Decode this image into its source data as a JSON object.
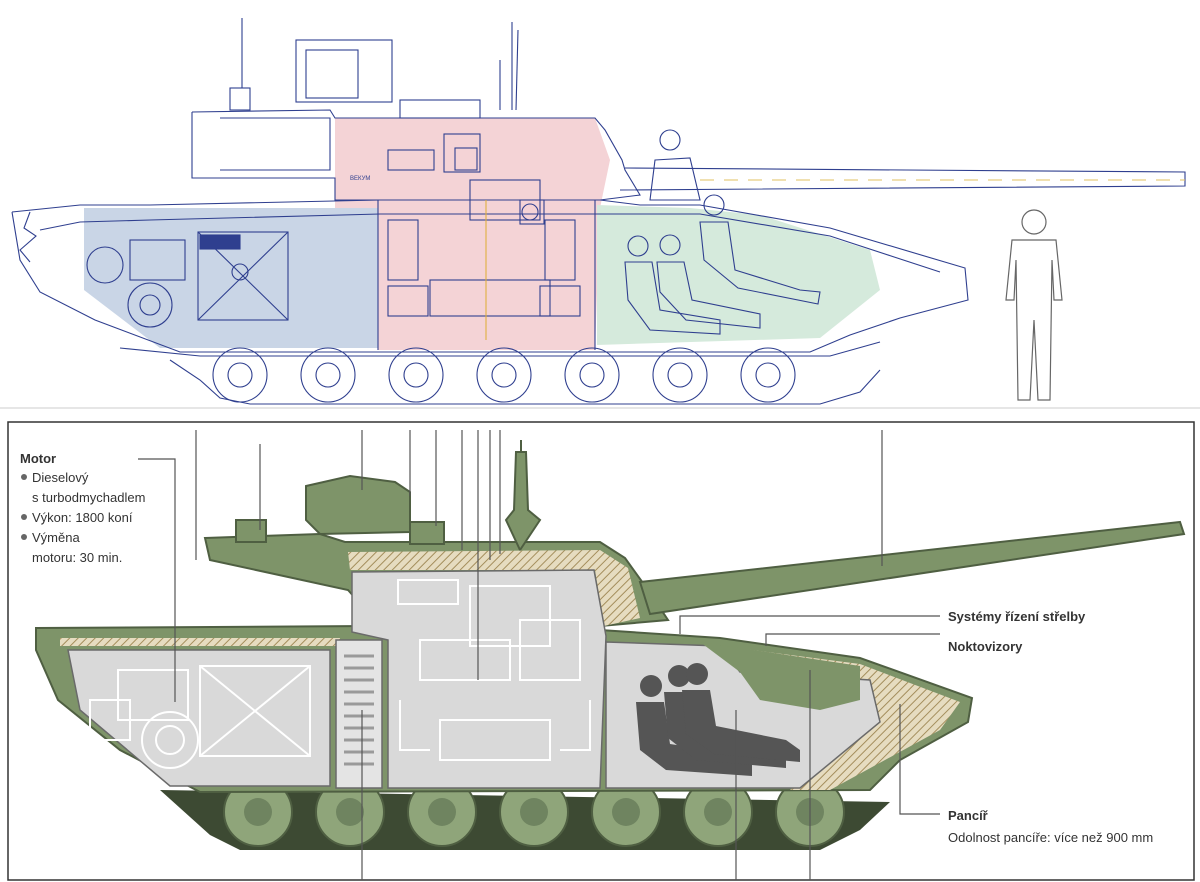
{
  "top_diagram": {
    "plate_text": "ВЕКУМ",
    "zones": [
      {
        "name": "engine-compartment",
        "color": "#c9d5e6"
      },
      {
        "name": "fighting-compartment",
        "color": "#f4d3d6"
      },
      {
        "name": "crew-capsule",
        "color": "#d5eadc"
      }
    ],
    "line_color": "#2f3f8f"
  },
  "bottom_diagram": {
    "hull_color": "#7e9469",
    "hull_dark": "#5f7350",
    "interior_color": "#d9d9d9",
    "armor_color": "#d8c9a0",
    "labels": {
      "motor_title": "Motor",
      "motor_items": [
        "Dieselový",
        "s turbodmychadlem",
        "Výkon: 1800 koní",
        "Výměna",
        "motoru: 30 min."
      ],
      "fire_control": "Systémy řízení střelby",
      "night_vision": "Noktovizory",
      "armor_title": "Pancíř",
      "armor_desc": "Odolnost pancíře: více než 900 mm"
    }
  }
}
